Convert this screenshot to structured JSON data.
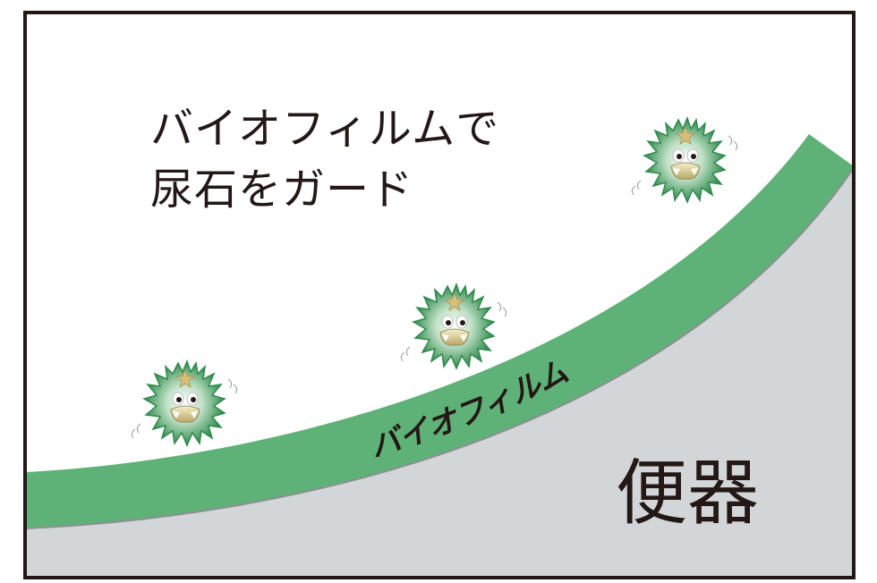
{
  "title_lines": [
    "バイオフィルムで",
    "尿石をガード"
  ],
  "biofilm_label": "バイオフィルム",
  "toilet_label": "便器",
  "colors": {
    "frame": "#231815",
    "biofilm": "#5fb277",
    "biofilm_edge": "#3e8a58",
    "toilet_surface": "#d3d6d8",
    "germ_dark": "#2f8a4c",
    "germ_light": "#ffffff",
    "star": "#d9c07a"
  },
  "icons": [
    "germ-character-icon",
    "star-icon"
  ]
}
